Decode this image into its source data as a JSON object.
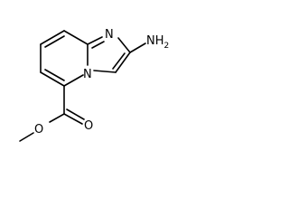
{
  "molecule": {
    "atoms": {
      "n_imine": "N",
      "n_bridge": "N",
      "nh2": "NH",
      "nh2_sub": "2",
      "o_carbonyl": "O",
      "o_ester": "O"
    }
  }
}
